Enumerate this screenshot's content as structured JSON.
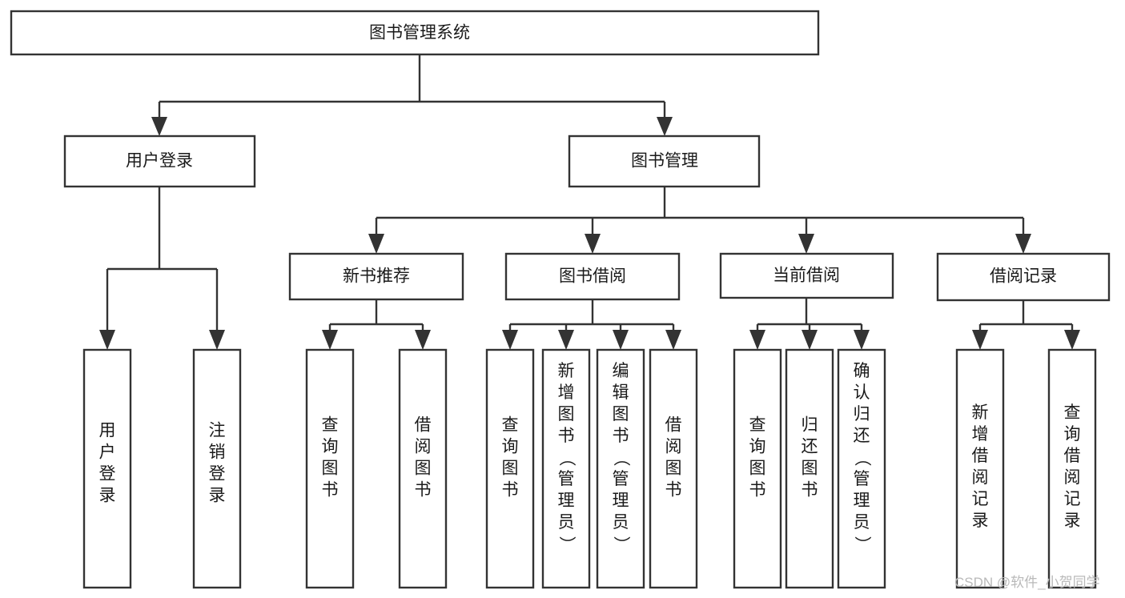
{
  "diagram": {
    "title": "图书管理系统",
    "type": "tree-hierarchy",
    "root": {
      "label": "图书管理系统"
    },
    "level2": [
      {
        "label": "用户登录"
      },
      {
        "label": "图书管理"
      }
    ],
    "level3": [
      {
        "label": "新书推荐",
        "parent": "图书管理"
      },
      {
        "label": "图书借阅",
        "parent": "图书管理"
      },
      {
        "label": "当前借阅",
        "parent": "图书管理"
      },
      {
        "label": "借阅记录",
        "parent": "图书管理"
      }
    ],
    "leaves": {
      "user_login": [
        {
          "label": "用户登录"
        },
        {
          "label": "注销登录"
        }
      ],
      "new_book_recommend": [
        {
          "label": "查询图书"
        },
        {
          "label": "借阅图书"
        }
      ],
      "book_borrow": [
        {
          "label": "查询图书"
        },
        {
          "label": "新增图书（管理员）"
        },
        {
          "label": "编辑图书（管理员）"
        },
        {
          "label": "借阅图书"
        }
      ],
      "current_borrow": [
        {
          "label": "查询图书"
        },
        {
          "label": "归还图书"
        },
        {
          "label": "确认归还（管理员）"
        }
      ],
      "borrow_record": [
        {
          "label": "新增借阅记录"
        },
        {
          "label": "查询借阅记录"
        }
      ]
    }
  },
  "watermark": {
    "text": "CSDN @软件_小贺同学"
  },
  "colors": {
    "stroke": "#333333",
    "box_fill": "#ffffff",
    "text": "#1a1a1a",
    "watermark": "#b9b9b9",
    "background": "#ffffff"
  }
}
